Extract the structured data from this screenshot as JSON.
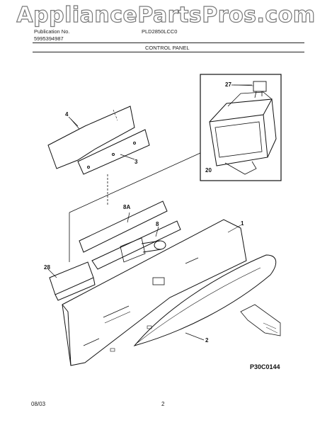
{
  "watermark": "AppliancePartsPros.com",
  "header": {
    "publication_label": "Publication No.",
    "publication_number": "5995394987",
    "model": "PLD2850LCC0",
    "section_title": "CONTROL PANEL"
  },
  "callouts": {
    "c27": "27",
    "c4": "4",
    "c3": "3",
    "c20": "20",
    "c8a": "8A",
    "c8": "8",
    "c1": "1",
    "c28": "28",
    "c2": "2"
  },
  "diagram_code": "P30C0144",
  "footer": {
    "date": "08/03",
    "page": "2"
  }
}
